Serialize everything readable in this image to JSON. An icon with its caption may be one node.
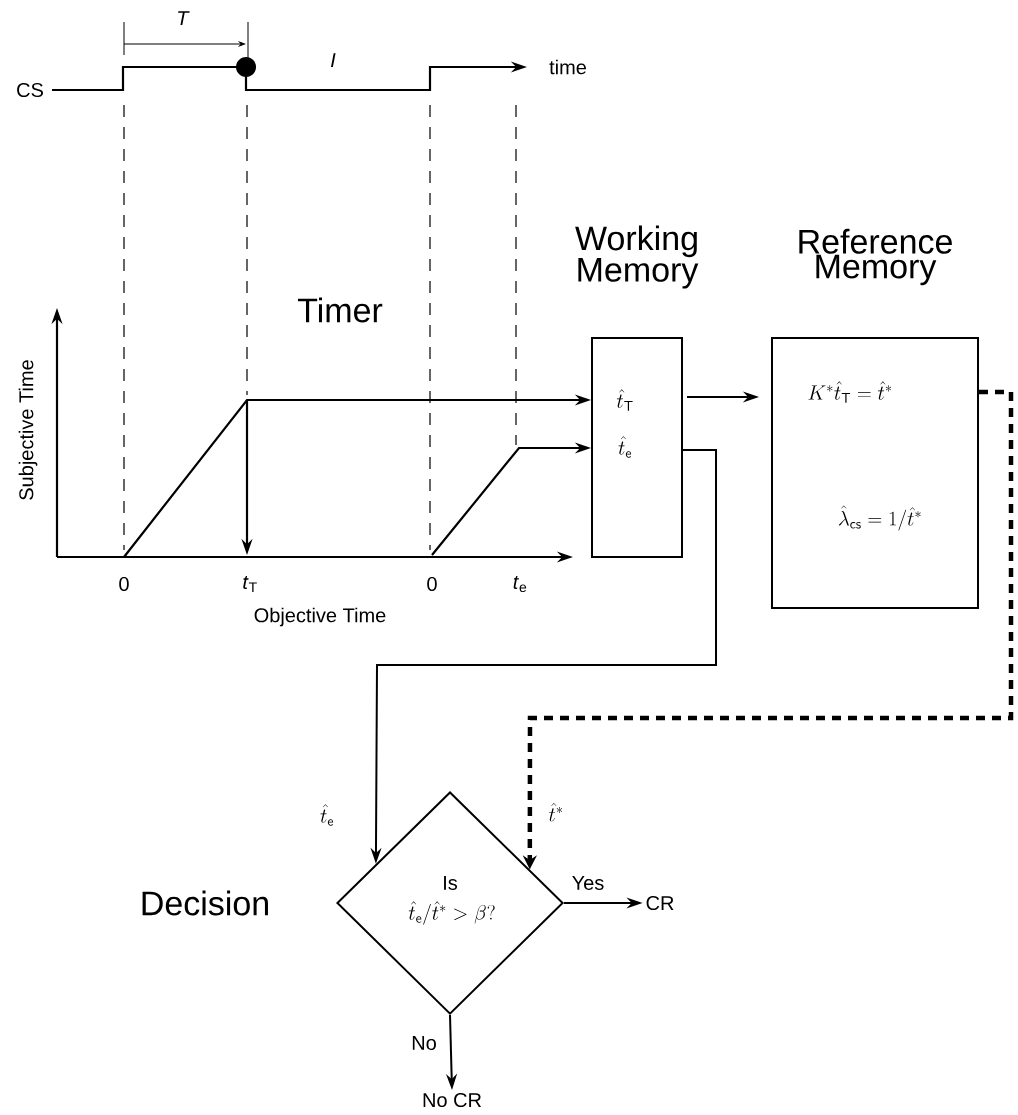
{
  "diagram": {
    "nodes": [
      {
        "text": [
          "Working Memory",
          "\\hat{t}_{\\mathsf{T}}",
          "\\hat{t}_{\\mathsf{e}}"
        ]
      },
      {
        "text": [
          "Reference Memory",
          "K^{*}\\hat{t}_{\\mathsf{T}} = \\hat{t}^{*}",
          "\\hat{\\lambda}_{\\mathsf{cs}} = 1/\\hat{t}^{*}"
        ]
      },
      {
        "text": [
          "Is",
          "\\hat{t}_{\\mathsf{e}}/\\hat{t}^{*} > \\beta?"
        ],
        "beside": [
          "Decision"
        ]
      },
      {
        "text": [
          "CR"
        ]
      },
      {
        "text": [
          "No CR"
        ]
      }
    ],
    "edges": [
      {
        "from": null,
        "to": 0,
        "arrow": "to"
      },
      {
        "from": null,
        "to": 0,
        "arrow": "to"
      },
      {
        "from": 0,
        "to": 1,
        "arrow": "to"
      },
      {
        "from": 0,
        "to": 2,
        "arrow": "to",
        "label": "\\hat{t}_{\\mathsf{e}}"
      },
      {
        "from": 1,
        "to": 2,
        "arrow": "to",
        "label": "\\hat{t}^{*}",
        "style": "dashed"
      },
      {
        "from": 2,
        "to": 3,
        "arrow": "to",
        "label": "Yes"
      },
      {
        "from": 2,
        "to": 4,
        "arrow": "to",
        "label": "No"
      }
    ],
    "labels": [
      "*T*",
      "CS",
      "*I*",
      "time",
      "Timer",
      "Subjective Time",
      "0",
      "*t*$_{T}$",
      "0",
      "*t*$_{e}$",
      "Objective Time"
    ]
  }
}
